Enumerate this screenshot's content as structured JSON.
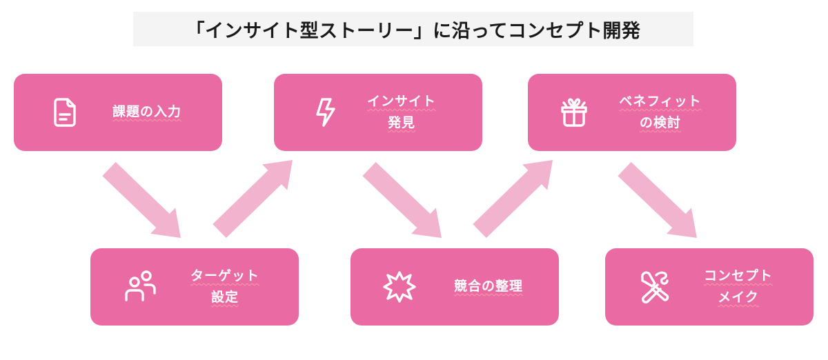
{
  "title": "「インサイト型ストーリー」に沿ってコンセプト開発",
  "colors": {
    "box": "#ea6ba4",
    "arrow": "#f2b3cf",
    "title_bg": "#f4f4f4"
  },
  "steps": [
    {
      "id": "issue-input",
      "icon": "document-icon",
      "lines": [
        "課題の入力"
      ]
    },
    {
      "id": "target-setting",
      "icon": "users-icon",
      "lines": [
        "ターゲット",
        "設定"
      ]
    },
    {
      "id": "insight-discovery",
      "icon": "lightning-icon",
      "lines": [
        "インサイト",
        "発見"
      ]
    },
    {
      "id": "competition-organize",
      "icon": "burst-icon",
      "lines": [
        "競合の整理"
      ]
    },
    {
      "id": "benefit-review",
      "icon": "gift-icon",
      "lines": [
        "ベネフィット",
        "の検討"
      ]
    },
    {
      "id": "concept-make",
      "icon": "tools-icon",
      "lines": [
        "コンセプト",
        "メイク"
      ]
    }
  ],
  "flow": [
    {
      "from": "issue-input",
      "to": "target-setting",
      "direction": "down-right"
    },
    {
      "from": "target-setting",
      "to": "insight-discovery",
      "direction": "up-right"
    },
    {
      "from": "insight-discovery",
      "to": "competition-organize",
      "direction": "down-right"
    },
    {
      "from": "competition-organize",
      "to": "benefit-review",
      "direction": "up-right"
    },
    {
      "from": "benefit-review",
      "to": "concept-make",
      "direction": "down-right"
    }
  ]
}
